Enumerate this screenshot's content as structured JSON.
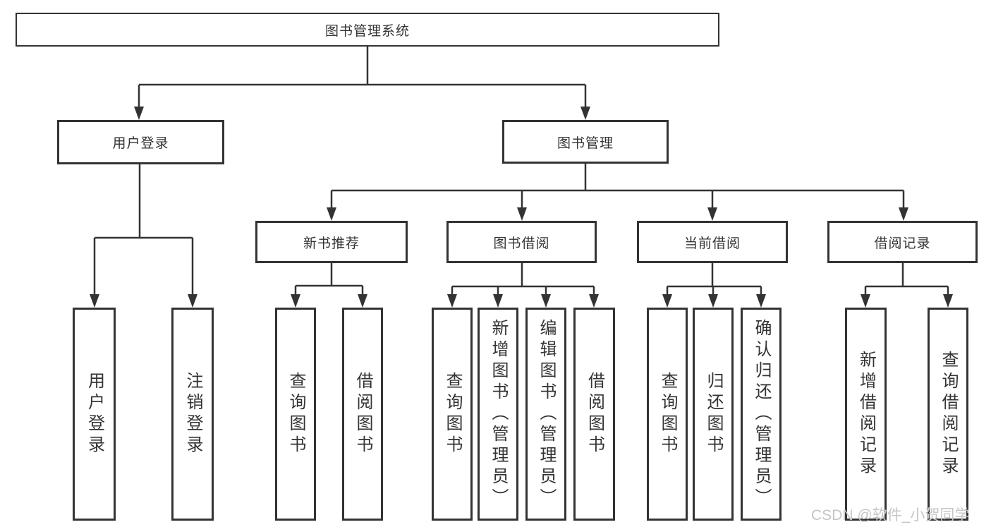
{
  "diagram": {
    "root": "图书管理系统",
    "children": [
      {
        "label": "用户登录",
        "children": [
          {
            "label": "用户登录"
          },
          {
            "label": "注销登录"
          }
        ]
      },
      {
        "label": "图书管理",
        "children": [
          {
            "label": "新书推荐",
            "children": [
              {
                "label": "查询图书"
              },
              {
                "label": "借阅图书"
              }
            ]
          },
          {
            "label": "图书借阅",
            "children": [
              {
                "label": "查询图书"
              },
              {
                "label": "新增图书（管理员）"
              },
              {
                "label": "编辑图书（管理员）"
              },
              {
                "label": "借阅图书"
              }
            ]
          },
          {
            "label": "当前借阅",
            "children": [
              {
                "label": "查询图书"
              },
              {
                "label": "归还图书"
              },
              {
                "label": "确认归还（管理员）"
              }
            ]
          },
          {
            "label": "借阅记录",
            "children": [
              {
                "label": "新增借阅记录"
              },
              {
                "label": "查询借阅记录"
              }
            ]
          }
        ]
      }
    ]
  },
  "watermark": {
    "text": "CSDN @软件_小贺同学"
  },
  "colors": {
    "line": "#333333",
    "box_border": "#333333",
    "text": "#333333",
    "background": "#ffffff",
    "watermark": "#c6c6c6"
  }
}
